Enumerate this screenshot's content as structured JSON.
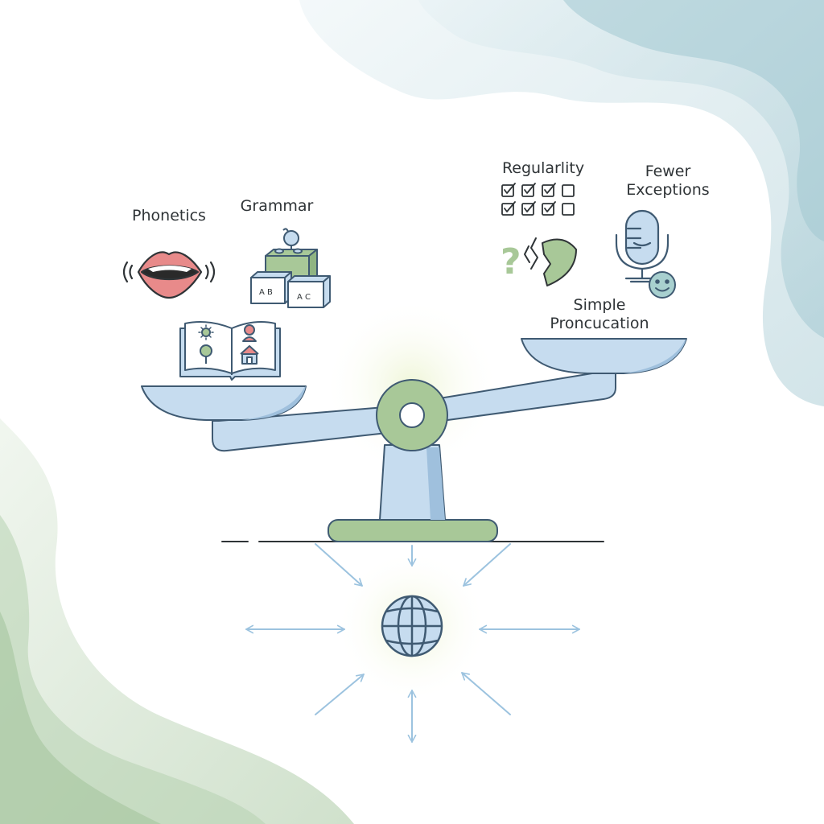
{
  "diagram": {
    "labels": {
      "phonetics": "Phonetics",
      "grammar": "Grammar",
      "regularity": "Regularlity",
      "fewer_line1": "Fewer",
      "fewer_line2": "Exceptions",
      "simple_line1": "Simple",
      "simple_line2": "Proncucation"
    },
    "block_letters": {
      "left": "A B",
      "right": "A C"
    },
    "regularity_symbols": {
      "question_mark": "?"
    },
    "colors": {
      "blue_light": "#c6dcef",
      "blue_stroke": "#3f5a72",
      "green": "#a8c898",
      "green_dark": "#8fb482",
      "wave_teal": "#a3c9d2",
      "wave_green": "#b7d2b0",
      "lips_red": "#e88a8a",
      "arrow_blue": "#9cc3df",
      "line_dark": "#2f3437"
    },
    "icons": [
      "lips-icon",
      "blocks-icon",
      "open-book-icon",
      "checkbox-icon",
      "broken-shape-icon",
      "microphone-icon",
      "smiley-icon",
      "globe-icon",
      "balance-scale-icon"
    ]
  }
}
